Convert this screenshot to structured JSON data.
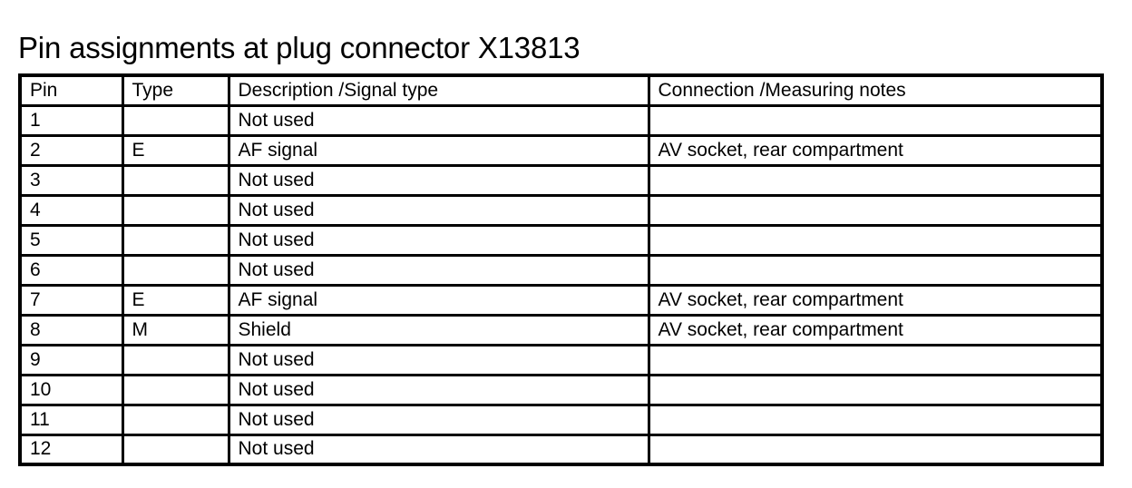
{
  "document": {
    "title": "Pin assignments at plug connector X13813"
  },
  "table": {
    "columns": [
      {
        "key": "pin",
        "header": "Pin"
      },
      {
        "key": "type",
        "header": "Type"
      },
      {
        "key": "desc",
        "header": "Description /Signal type"
      },
      {
        "key": "conn",
        "header": "Connection /Measuring notes"
      }
    ],
    "rows": [
      {
        "pin": "1",
        "type": "",
        "desc": "Not used",
        "conn": ""
      },
      {
        "pin": "2",
        "type": "E",
        "desc": "AF signal",
        "conn": "AV socket, rear compartment"
      },
      {
        "pin": "3",
        "type": "",
        "desc": "Not used",
        "conn": ""
      },
      {
        "pin": "4",
        "type": "",
        "desc": "Not used",
        "conn": ""
      },
      {
        "pin": "5",
        "type": "",
        "desc": "Not used",
        "conn": ""
      },
      {
        "pin": "6",
        "type": "",
        "desc": "Not used",
        "conn": ""
      },
      {
        "pin": "7",
        "type": "E",
        "desc": "AF signal",
        "conn": "AV socket, rear compartment"
      },
      {
        "pin": "8",
        "type": "M",
        "desc": "Shield",
        "conn": "AV socket, rear compartment"
      },
      {
        "pin": "9",
        "type": "",
        "desc": "Not used",
        "conn": ""
      },
      {
        "pin": "10",
        "type": "",
        "desc": "Not used",
        "conn": ""
      },
      {
        "pin": "11",
        "type": "",
        "desc": "Not used",
        "conn": ""
      },
      {
        "pin": "12",
        "type": "",
        "desc": "Not used",
        "conn": ""
      }
    ]
  },
  "colors": {
    "page_background": "#ffffff",
    "text": "#000000",
    "table_border": "#000000"
  }
}
